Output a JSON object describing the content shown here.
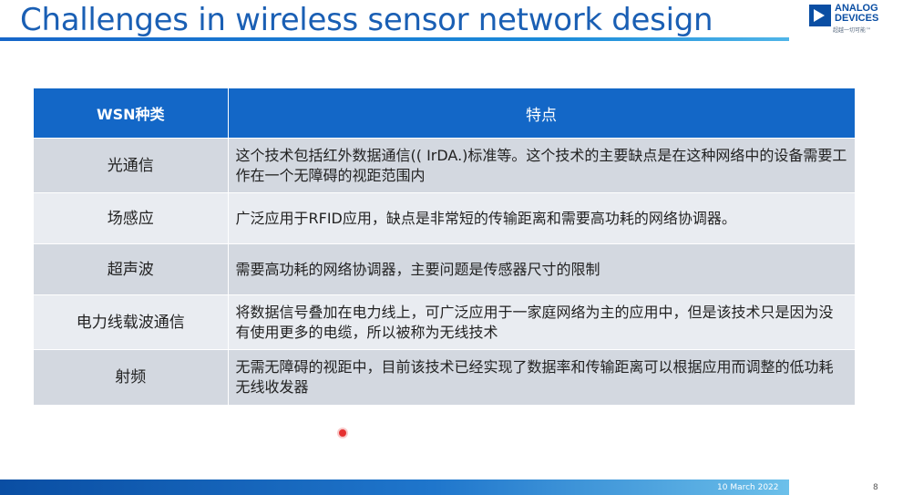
{
  "slide": {
    "title": "Challenges in wireless sensor network design",
    "logo": {
      "name_line1": "ANALOG",
      "name_line2": "DEVICES",
      "tagline": "超越一切可能™"
    },
    "table": {
      "headers": [
        "WSN种类",
        "特点"
      ],
      "rows": [
        {
          "type": "光通信",
          "feature": "这个技术包括红外数据通信(( IrDA.)标准等。这个技术的主要缺点是在这种网络中的设备需要工作在一个无障碍的视距范围内"
        },
        {
          "type": "场感应",
          "feature": "广泛应用于RFID应用，缺点是非常短的传输距离和需要高功耗的网络协调器。"
        },
        {
          "type": "超声波",
          "feature": "需要高功耗的网络协调器，主要问题是传感器尺寸的限制"
        },
        {
          "type": "电力线载波通信",
          "feature": "将数据信号叠加在电力线上，可广泛应用于一家庭网络为主的应用中，但是该技术只是因为没有使用更多的电缆，所以被称为无线技术"
        },
        {
          "type": "射频",
          "feature": "无需无障碍的视距中，目前该技术已经实现了数据率和传输距离可以根据应用而调整的低功耗无线收发器"
        }
      ]
    },
    "footer": {
      "date": "10 March 2022",
      "page_number": "8"
    }
  },
  "colors": {
    "title": "#1a5fb4",
    "header_bg": "#1367c7",
    "row_odd": "#d3d8e0",
    "row_even": "#e9ecf1",
    "cursor": "#e53030"
  }
}
